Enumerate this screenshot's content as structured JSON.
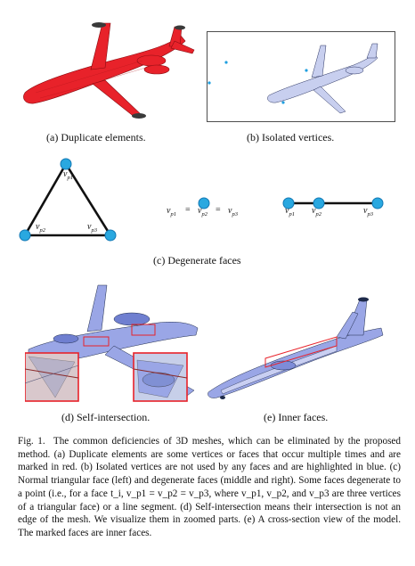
{
  "colors": {
    "duplicate_red": "#e8222a",
    "highlight_blue": "#2a7fd4",
    "vertex_blue": "#29a8e0",
    "mesh_blue": "#9aa6e6",
    "mesh_dark": "#1e2a4a"
  },
  "captions": {
    "a": "(a) Duplicate elements.",
    "b": "(b) Isolated vertices.",
    "c": "(c) Degenerate faces",
    "d": "(d) Self-intersection.",
    "e": "(e) Inner faces."
  },
  "vertex_labels": {
    "triangle": [
      "v",
      "v",
      "v"
    ],
    "triangle_subs": [
      "p1",
      "p2",
      "p3"
    ],
    "point_labels": [
      "v",
      "v",
      "v"
    ],
    "point_subs": [
      "p1",
      "p2",
      "p3"
    ],
    "equals": "=",
    "line_labels": [
      "v",
      "v",
      "v"
    ],
    "line_subs": [
      "p1",
      "p2",
      "p3"
    ]
  },
  "figure_caption": {
    "label": "Fig. 1.",
    "text": "The common deficiencies of 3D meshes, which can be eliminated by the proposed method. (a) Duplicate elements are some vertices or faces that occur multiple times and are marked in red. (b) Isolated vertices are not used by any faces and are highlighted in blue. (c) Normal triangular face (left) and degenerate faces (middle and right). Some faces degenerate to a point (i.e., for a face t_i, v_p1 = v_p2 = v_p3, where v_p1, v_p2, and v_p3 are three vertices of a triangular face) or a line segment. (d) Self-intersection means their intersection is not an edge of the mesh. We visualize them in zoomed parts. (e) A cross-section view of the model. The marked faces are inner faces."
  }
}
